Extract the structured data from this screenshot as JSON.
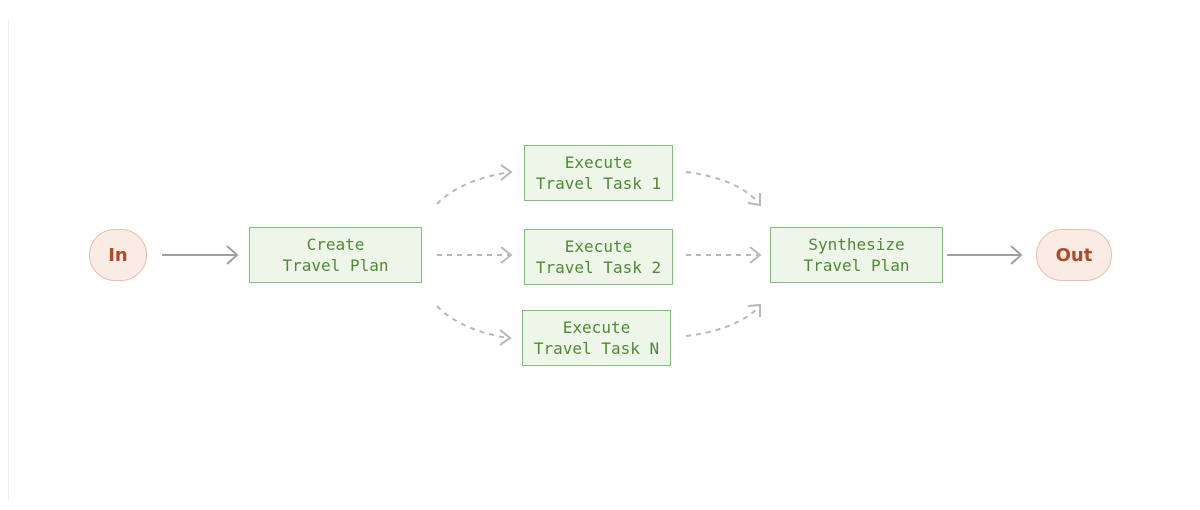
{
  "diagram": {
    "input_label": "In",
    "output_label": "Out",
    "plan_node": {
      "line1": "Create",
      "line2": "Travel Plan"
    },
    "tasks": [
      {
        "line1": "Execute",
        "line2": "Travel Task 1"
      },
      {
        "line1": "Execute",
        "line2": "Travel Task 2"
      },
      {
        "line1": "Execute",
        "line2": "Travel Task N"
      }
    ],
    "synth_node": {
      "line1": "Synthesize",
      "line2": "Travel Plan"
    }
  },
  "colors": {
    "node_border": "#7fbf7a",
    "node_fill": "#eef6ea",
    "node_text": "#4f8a35",
    "terminal_border": "#e8bfae",
    "terminal_fill": "#fbebe5",
    "terminal_text": "#b04a2b",
    "arrow": "#a0a0a0",
    "dashed_arrow": "#b8b8b8"
  }
}
